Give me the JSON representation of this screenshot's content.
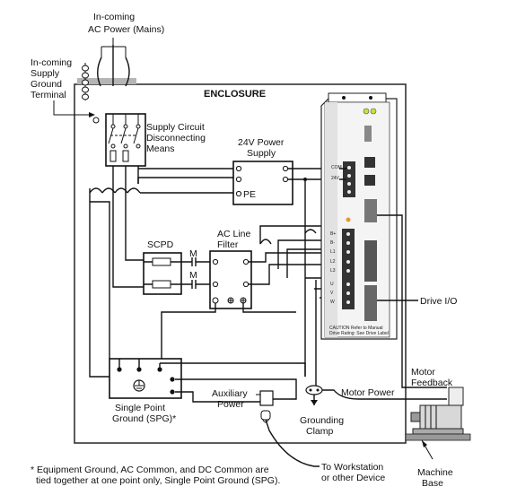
{
  "labels": {
    "incoming_ac": [
      "In-coming",
      "AC Power (Mains)"
    ],
    "incoming_ground": [
      "In-coming",
      "Supply",
      "Ground",
      "Terminal"
    ],
    "enclosure": "ENCLOSURE",
    "supply_circuit": [
      "Supply Circuit",
      "Disconnecting",
      "Means"
    ],
    "power_24v": [
      "24V Power",
      "Supply"
    ],
    "pe": "PE",
    "scpd": "SCPD",
    "m_top": "M",
    "m_bottom": "M",
    "ac_line_filter": [
      "AC Line",
      "Filter"
    ],
    "drive_io": "Drive I/O",
    "spg": [
      "Single Point",
      "Ground (SPG)*"
    ],
    "aux_power": [
      "Auxiliary",
      "Power"
    ],
    "grounding_clamp": [
      "Grounding",
      "Clamp"
    ],
    "motor_power": "Motor Power",
    "motor_feedback": [
      "Motor",
      "Feedback"
    ],
    "to_workstation": [
      "To Workstation",
      "or other Device"
    ],
    "machine_base": [
      "Machine",
      "Base"
    ],
    "footnote": [
      "* Equipment Ground, AC Common, and DC Common are",
      "tied together at one point only, Single Point Ground (SPG)."
    ]
  },
  "drive": {
    "terminals_left": [
      "COM",
      "24V",
      "",
      "",
      ""
    ],
    "terminals_mid": [
      "B+",
      "B-",
      "L1",
      "L2",
      "L3",
      "",
      "U",
      "V",
      "W",
      ""
    ],
    "fine_print": [
      "CAUTION Refer to Manual",
      "Drive Rating: See Drive Label"
    ],
    "led_color": "#c8e03c"
  }
}
